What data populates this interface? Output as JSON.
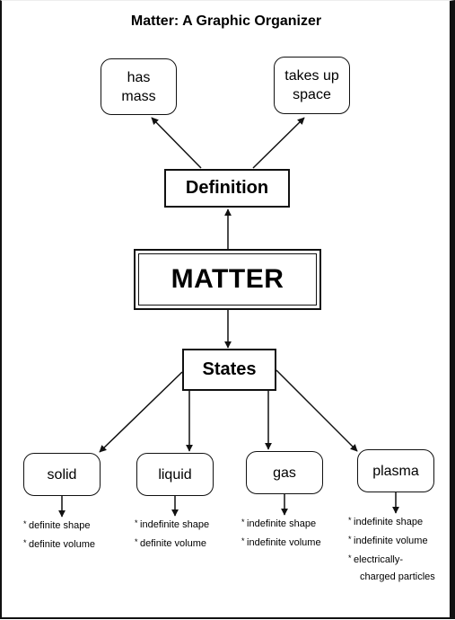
{
  "title": "Matter: A Graphic Organizer",
  "center": "MATTER",
  "definition": {
    "label": "Definition",
    "items": [
      {
        "line1": "has",
        "line2": "mass"
      },
      {
        "line1": "takes up",
        "line2": "space"
      }
    ]
  },
  "states": {
    "label": "States",
    "items": [
      {
        "name": "solid",
        "properties": [
          "definite shape",
          "definite volume"
        ]
      },
      {
        "name": "liquid",
        "properties": [
          "indefinite shape",
          "definite volume"
        ]
      },
      {
        "name": "gas",
        "properties": [
          "indefinite shape",
          "indefinite volume"
        ]
      },
      {
        "name": "plasma",
        "properties": [
          "indefinite shape",
          "indefinite volume",
          "electrically-",
          "charged particles"
        ]
      }
    ]
  }
}
